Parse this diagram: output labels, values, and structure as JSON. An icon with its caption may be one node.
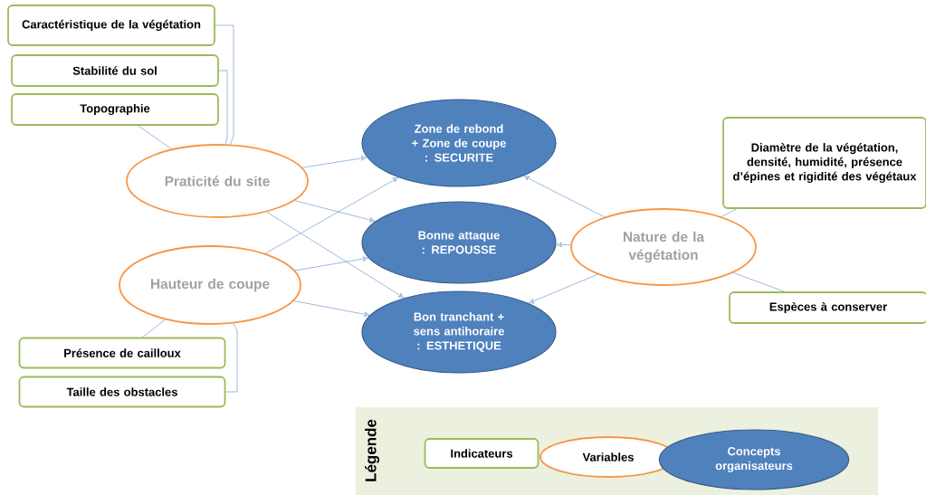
{
  "diagram": {
    "nodes": [
      {
        "text": [
          "Caractéristique de la végétation"
        ]
      },
      {
        "text": [
          "Stabilité du sol"
        ]
      },
      {
        "text": [
          "Topographie"
        ]
      },
      {
        "text": [
          "Praticité du site"
        ]
      },
      {
        "text": [
          "Hauteur de coupe"
        ]
      },
      {
        "text": [
          "Présence de cailloux"
        ]
      },
      {
        "text": [
          "Taille des obstacles"
        ]
      },
      {
        "text": [
          "Zone de rebond + Zone de coupe : SECURITE"
        ]
      },
      {
        "text": [
          "Bonne attaque : REPOUSSE"
        ]
      },
      {
        "text": [
          "Bon tranchant + sens antihoraire : ESTHETIQUE"
        ]
      },
      {
        "text": [
          "Nature de la végétation"
        ]
      },
      {
        "text": [
          "Diamètre de la végétation, densité, humidité, présence d’épines et rigidité des végétaux"
        ]
      },
      {
        "text": [
          "Espèces à conserver"
        ]
      }
    ],
    "edges": [
      {
        "from": 0,
        "to": 3,
        "arrow": "none"
      },
      {
        "from": 1,
        "to": 3,
        "arrow": "none"
      },
      {
        "from": 2,
        "to": 3,
        "arrow": "none"
      },
      {
        "from": 5,
        "to": 4,
        "arrow": "none"
      },
      {
        "from": 6,
        "to": 4,
        "arrow": "none"
      },
      {
        "from": 3,
        "to": 7,
        "arrow": "to"
      },
      {
        "from": 3,
        "to": 8,
        "arrow": "to"
      },
      {
        "from": 3,
        "to": 9,
        "arrow": "to"
      },
      {
        "from": 4,
        "to": 7,
        "arrow": "to"
      },
      {
        "from": 4,
        "to": 8,
        "arrow": "to"
      },
      {
        "from": 4,
        "to": 9,
        "arrow": "to"
      },
      {
        "from": 10,
        "to": 7,
        "arrow": "to"
      },
      {
        "from": 10,
        "to": 8,
        "arrow": "to"
      },
      {
        "from": 10,
        "to": 9,
        "arrow": "to"
      },
      {
        "from": 11,
        "to": 10,
        "arrow": "none"
      },
      {
        "from": 12,
        "to": 10,
        "arrow": "none"
      }
    ],
    "labels": [
      "Légende"
    ],
    "legend": [
      {
        "text": "Indicateurs"
      },
      {
        "text": "Variables"
      },
      {
        "text": "Concepts organisateurs"
      }
    ]
  }
}
